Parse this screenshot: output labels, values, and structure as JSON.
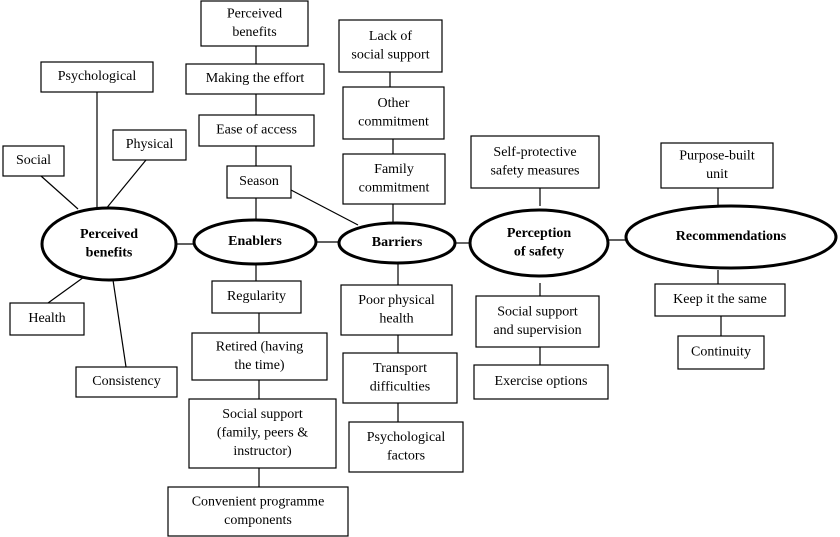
{
  "hubs": {
    "perceived_benefits": [
      "Perceived",
      "benefits"
    ],
    "enablers": [
      "Enablers"
    ],
    "barriers": [
      "Barriers"
    ],
    "perception_of_safety": [
      "Perception",
      "of safety"
    ],
    "recommendations": [
      "Recommendations"
    ]
  },
  "perceived_benefits_items": {
    "psychological": [
      "Psychological"
    ],
    "social": [
      "Social"
    ],
    "physical": [
      "Physical"
    ],
    "health": [
      "Health"
    ],
    "consistency": [
      "Consistency"
    ]
  },
  "enablers_items": {
    "perceived_benefits": [
      "Perceived",
      "benefits"
    ],
    "making_the_effort": [
      "Making the effort"
    ],
    "ease_of_access": [
      "Ease of access"
    ],
    "season": [
      "Season"
    ],
    "regularity": [
      "Regularity"
    ],
    "retired": [
      "Retired (having",
      "the time)"
    ],
    "social_support": [
      "Social support",
      "(family, peers &",
      "instructor)"
    ],
    "convenient_components": [
      "Convenient programme",
      "components"
    ]
  },
  "barriers_items": {
    "lack_of_social_support": [
      "Lack of",
      "social support"
    ],
    "other_commitment": [
      "Other",
      "commitment"
    ],
    "family_commitment": [
      "Family",
      "commitment"
    ],
    "poor_physical_health": [
      "Poor physical",
      "health"
    ],
    "transport_difficulties": [
      "Transport",
      "difficulties"
    ],
    "psychological_factors": [
      "Psychological",
      "factors"
    ]
  },
  "safety_items": {
    "self_protective": [
      "Self-protective",
      "safety measures"
    ],
    "social_support_supervision": [
      "Social support",
      "and supervision"
    ],
    "exercise_options": [
      "Exercise options"
    ]
  },
  "recommendations_items": {
    "purpose_built_unit": [
      "Purpose-built",
      "unit"
    ],
    "keep_it_the_same": [
      "Keep it the same"
    ],
    "continuity": [
      "Continuity"
    ]
  }
}
